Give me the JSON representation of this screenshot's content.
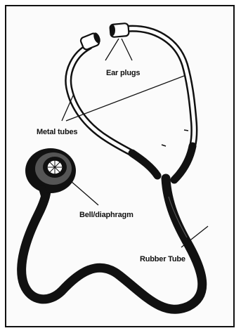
{
  "labels": {
    "ear_plugs": "Ear plugs",
    "metal_tubes": "Metal tubes",
    "bell_diaphragm": "Bell/diaphragm",
    "rubber_tube": "Rubber Tube"
  },
  "colors": {
    "ink": "#111111",
    "paper": "#fbfbfb",
    "metal": "#ffffff"
  }
}
